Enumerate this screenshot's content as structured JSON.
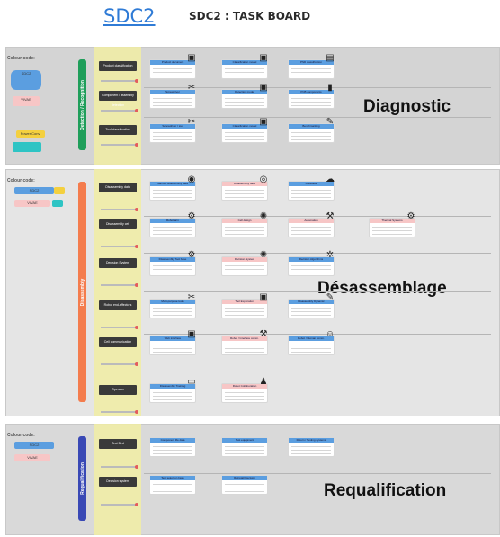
{
  "header": {
    "link": "SDC2",
    "title": "SDC2 : TASK BOARD"
  },
  "colors": {
    "blue": "#5b9ee0",
    "pink": "#f7c6c6",
    "yellow": "#f4d03f",
    "teal": "#2ec4c4",
    "green": "#1f9e5a",
    "orange": "#f47c4d",
    "navy": "#3948b5",
    "gray": "#d9d9d9"
  },
  "sections": [
    {
      "id": "diagnostic",
      "vertical_label": "Detection / Recognition",
      "big_label": "Diagnostic",
      "legend_title": "Colour code:",
      "legend": [
        "SDC2",
        "VIVAE",
        "Power Conv."
      ],
      "rows": [
        {
          "label": "Product classification",
          "cards": [
            "Product document",
            "Classification model",
            "PSD classification"
          ],
          "icons": [
            "monitor-icon",
            "monitor-icon",
            "document-icon"
          ]
        },
        {
          "label": "Component / assembly detection",
          "cards": [
            "Screwdriver",
            "Detection model",
            "PCB components"
          ],
          "icons": [
            "tools-icon",
            "monitor-icon",
            "phone-icon"
          ]
        },
        {
          "label": "Tool classification",
          "cards": [
            "Screwdriver / tool",
            "Classification model",
            "Benchmarking"
          ],
          "icons": [
            "tools-icon",
            "monitor-icon",
            "edit-icon"
          ]
        }
      ]
    },
    {
      "id": "disassembly",
      "vertical_label": "Disassembly",
      "big_label": "Désassemblage",
      "legend_title": "Colour code:",
      "legend": [
        "SDC2",
        "VIVAE"
      ],
      "rows": [
        {
          "label": "Disassembly data",
          "cards": [
            "Manual disassembly data",
            "Disassembly data",
            "Database"
          ],
          "icons": [
            "database-icon",
            "fingerprint-icon",
            "cloud-icon"
          ]
        },
        {
          "label": "Disassembly cell",
          "cards": [
            "Robot arm",
            "Cell design",
            "Automation",
            "Thermal Systems"
          ],
          "icons": [
            "robot-icon",
            "network-icon",
            "robot-arm-icon",
            "robot-icon"
          ]
        },
        {
          "label": "Decision System",
          "cards": [
            "Disassembly Tool base",
            "Decision System",
            "Decision Algorithms"
          ],
          "icons": [
            "settings-icon",
            "network-icon",
            "gear-icon"
          ]
        },
        {
          "label": "Robot end-effectors",
          "cards": [
            "Multi-purpose tools",
            "Tool Exploration",
            "Disassembly Dynamic"
          ],
          "icons": [
            "tools-icon",
            "monitor-icon",
            "edit-icon"
          ]
        },
        {
          "label": "Cell communication",
          "cards": [
            "Web interface",
            "Robot / Interface comm.",
            "Robot / Human comm."
          ],
          "icons": [
            "monitor-icon",
            "robot-arm-icon",
            "user-icon"
          ]
        },
        {
          "label": "Operator",
          "cards": [
            "Disassembly Training",
            "Robot Collaboration"
          ],
          "icons": [
            "presentation-icon",
            "team-icon"
          ]
        }
      ]
    },
    {
      "id": "requalification",
      "vertical_label": "Requalification",
      "big_label": "Requalification",
      "legend_title": "Colour code:",
      "legend": [
        "SDC2",
        "VIVAE"
      ],
      "rows": [
        {
          "label": "Test Bed",
          "cards": [
            "Component life data",
            "Test equipment",
            "Return / Testing systems"
          ],
          "icons": []
        },
        {
          "label": "Decision system",
          "cards": [
            "Test selection base",
            "Reinstall Decision"
          ],
          "icons": []
        }
      ]
    }
  ]
}
